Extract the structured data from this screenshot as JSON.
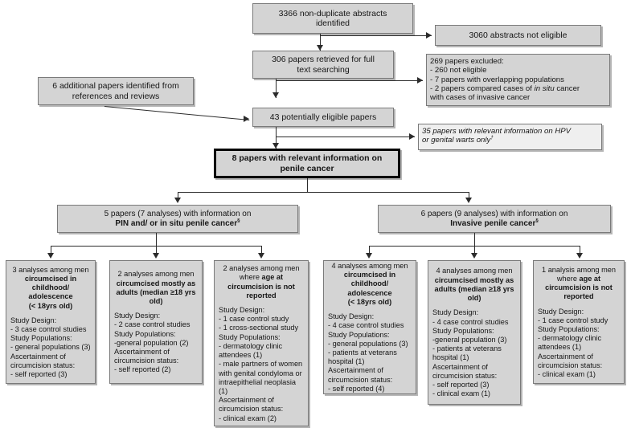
{
  "diagram": {
    "title": "Study selection flow diagram for circumcision and penile cancer review",
    "nodes": {
      "abstracts": {
        "line1": "3366  non-duplicate abstracts",
        "line2": "identified"
      },
      "not_eligible": {
        "line1": "3060  abstracts not eligible"
      },
      "retrieved": {
        "line1": "306  papers retrieved for full",
        "line2": "text searching"
      },
      "excluded": {
        "line1": "269 papers excluded:",
        "line2": "- 260 not eligible",
        "line3": "- 7 papers with overlapping populations",
        "line4a": "- 2 papers compared cases of ",
        "line4b": "in situ",
        "line4c": " cancer",
        "line5": "with cases of invasive cancer"
      },
      "additional": {
        "line1": "6 additional papers identified from",
        "line2": "references and reviews"
      },
      "potentially_eligible": {
        "line1": "43 potentially eligible papers"
      },
      "hpv_only": {
        "line1a": "35",
        "line1b": " papers with relevant information on HPV",
        "line2": "or genital warts only",
        "footnote_marker": "†"
      },
      "relevant": {
        "line1": "8 papers with relevant information on",
        "line2": "penile cancer"
      },
      "pin_group": {
        "line1": "5 papers (7 analyses) with information on",
        "line2": "PIN and/ or in situ penile cancer",
        "footnote_marker": "§"
      },
      "invasive_group": {
        "line1": "6 papers (9 analyses) with information on",
        "line2": "Invasive penile cancer",
        "footnote_marker": "§"
      }
    },
    "detail_boxes": [
      {
        "id": "pin-childhood",
        "head": [
          {
            "text": "3 analyses among men",
            "bold": false
          },
          {
            "text": "circumcised in",
            "bold": true
          },
          {
            "text": "childhood/ adolescence",
            "bold": true
          },
          {
            "text": "(< 18yrs old)",
            "bold": true
          }
        ],
        "body": [
          {
            "text": "Study Design:",
            "bold": true
          },
          {
            "text": "-  3 case control studies",
            "bold": false
          },
          {
            "text": "Study Populations:",
            "bold": true
          },
          {
            "text": "- general populations (3)",
            "bold": false
          },
          {
            "text": "Ascertainment of",
            "bold": true
          },
          {
            "text": "circumcision status:",
            "bold": true
          },
          {
            "text": "-  self reported (3)",
            "bold": false
          }
        ]
      },
      {
        "id": "pin-adults",
        "head": [
          {
            "text": "2 analyses among men",
            "bold": false
          },
          {
            "text": "circumcised mostly as",
            "bold": true
          },
          {
            "text": "adults (median ≥18 yrs",
            "bold": true
          },
          {
            "text": "old)",
            "bold": true
          }
        ],
        "body": [
          {
            "text": "Study Design:",
            "bold": true
          },
          {
            "text": "-  2 case control studies",
            "bold": false
          },
          {
            "text": "Study Populations:",
            "bold": true
          },
          {
            "text": "-general population (2)",
            "bold": false
          },
          {
            "text": "Ascertainment of",
            "bold": true
          },
          {
            "text": "circumcision status:",
            "bold": true
          },
          {
            "text": "-  self reported (2)",
            "bold": false
          }
        ]
      },
      {
        "id": "pin-unknown-age",
        "head": [
          {
            "text": "2 analyses among men",
            "bold": false
          },
          {
            "text": "where  age at",
            "bold": false,
            "partial_bold": "age at"
          },
          {
            "text": "circumcision is not",
            "bold": true
          },
          {
            "text": "reported",
            "bold": true
          }
        ],
        "body": [
          {
            "text": "Study Design:",
            "bold": true
          },
          {
            "text": "-  1 case control study",
            "bold": false
          },
          {
            "text": "-  1 cross-sectional study",
            "bold": false
          },
          {
            "text": "Study Populations:",
            "bold": true
          },
          {
            "text": "- dermatology clinic",
            "bold": false
          },
          {
            "text": "attendees (1)",
            "bold": false
          },
          {
            "text": "- male partners of women",
            "bold": false
          },
          {
            "text": "with genital condyloma or",
            "bold": false
          },
          {
            "text": "intraepithelial neoplasia (1)",
            "bold": false
          },
          {
            "text": "Ascertainment of",
            "bold": true
          },
          {
            "text": "circumcision status:",
            "bold": true
          },
          {
            "text": "- clinical exam (2)",
            "bold": false
          }
        ]
      },
      {
        "id": "invasive-childhood",
        "head": [
          {
            "text": "4 analyses among men",
            "bold": false
          },
          {
            "text": "circumcised in",
            "bold": true
          },
          {
            "text": "childhood/ adolescence",
            "bold": true
          },
          {
            "text": "(< 18yrs old)",
            "bold": true
          }
        ],
        "body": [
          {
            "text": "Study Design:",
            "bold": true
          },
          {
            "text": "-  4 case control studies",
            "bold": false
          },
          {
            "text": "Study Populations:",
            "bold": true
          },
          {
            "text": "- general populations (3)",
            "bold": false
          },
          {
            "text": "- patients at veterans",
            "bold": false
          },
          {
            "text": "hospital (1)",
            "bold": false
          },
          {
            "text": "Ascertainment of",
            "bold": true
          },
          {
            "text": "circumcision status:",
            "bold": true
          },
          {
            "text": "-  self reported (4)",
            "bold": false
          }
        ]
      },
      {
        "id": "invasive-adults",
        "head": [
          {
            "text": "4 analyses among men",
            "bold": false
          },
          {
            "text": "circumcised mostly as",
            "bold": true
          },
          {
            "text": "adults (median ≥18 yrs",
            "bold": true
          },
          {
            "text": "old)",
            "bold": true
          }
        ],
        "body": [
          {
            "text": "Study Design:",
            "bold": true
          },
          {
            "text": "-  4 case control studies",
            "bold": false
          },
          {
            "text": "Study Populations:",
            "bold": true
          },
          {
            "text": "-general population (3)",
            "bold": false
          },
          {
            "text": "- patients at veterans",
            "bold": false
          },
          {
            "text": "hospital (1)",
            "bold": false
          },
          {
            "text": "Ascertainment of",
            "bold": true
          },
          {
            "text": "circumcision status:",
            "bold": true
          },
          {
            "text": "-  self reported (3)",
            "bold": false
          },
          {
            "text": "- clinical exam (1)",
            "bold": false
          }
        ]
      },
      {
        "id": "invasive-unknown-age",
        "head": [
          {
            "text": "1 analysis among men",
            "bold": false
          },
          {
            "text": "where age at",
            "bold": false,
            "partial_bold": "age at"
          },
          {
            "text": "circumcision is not",
            "bold": true
          },
          {
            "text": "reported",
            "bold": true
          }
        ],
        "body": [
          {
            "text": "Study Design:",
            "bold": true
          },
          {
            "text": "-  1 case control study",
            "bold": false
          },
          {
            "text": "Study Populations:",
            "bold": true
          },
          {
            "text": "- dermatology clinic",
            "bold": false
          },
          {
            "text": "attendees (1)",
            "bold": false
          },
          {
            "text": "Ascertainment of",
            "bold": true
          },
          {
            "text": "circumcision status:",
            "bold": true
          },
          {
            "text": "- clinical exam (1)",
            "bold": false
          }
        ]
      }
    ],
    "colors": {
      "box_fill": "#d4d4d4",
      "box_fill_light": "#efefef",
      "box_border": "#7a7a7a",
      "emphasis_border": "#000000",
      "connector": "#2b2b2b",
      "background": "#ffffff"
    }
  }
}
